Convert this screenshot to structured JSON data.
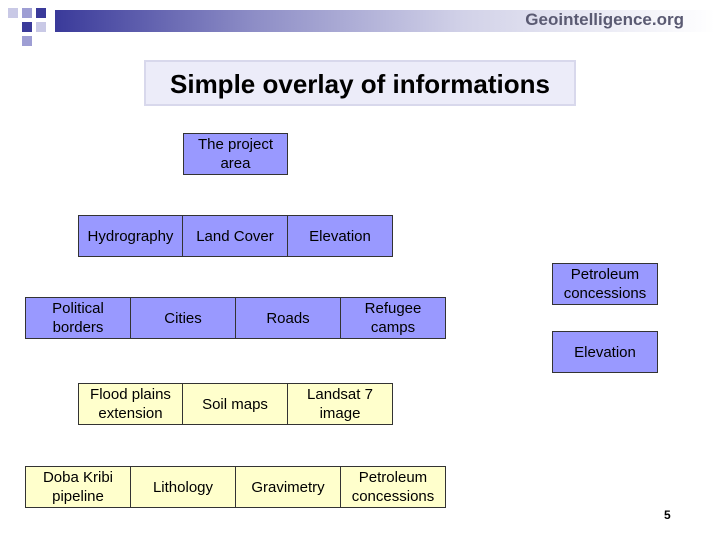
{
  "header": {
    "brand": "Geointelligence.org"
  },
  "title": "Simple overlay of informations",
  "colors": {
    "blue_box": "#9999ff",
    "yellow_box": "#ffffcc",
    "title_bg": "#ececf9",
    "header_dark": "#3a3a9a"
  },
  "diagram": {
    "project_area": "The project\narea",
    "row_base": [
      "Hydrography",
      "Land Cover",
      "Elevation"
    ],
    "row_admin": [
      "Political\nborders",
      "Cities",
      "Roads",
      "Refugee\ncamps"
    ],
    "row_imagery": [
      "Flood plains\nextension",
      "Soil maps",
      "Landsat 7\nimage"
    ],
    "row_geology": [
      "Doba Kribi\npipeline",
      "Lithology",
      "Gravimetry",
      "Petroleum\nconcessions"
    ],
    "legend": [
      "Petroleum\nconcessions",
      "Elevation"
    ]
  },
  "slide_number": "5"
}
